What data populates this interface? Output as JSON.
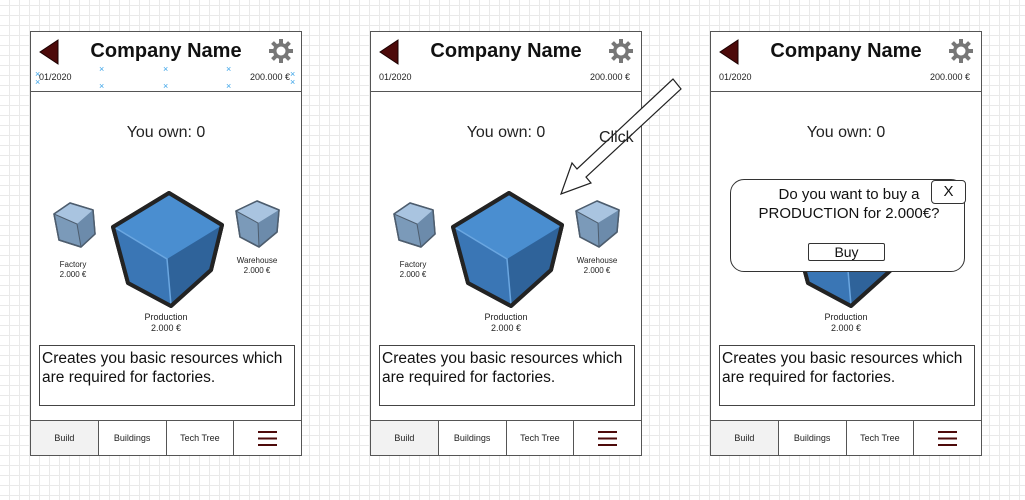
{
  "app": {
    "back_icon": "back-arrow-icon",
    "settings_icon": "gear-icon",
    "menu_icon": "hamburger-menu-icon",
    "accent_color": "#3f82c6",
    "back_color": "#4d0a0a"
  },
  "screens": [
    {
      "title": "Company Name",
      "date": "01/2020",
      "money": "200.000 €",
      "own": "You own: 0",
      "buildings": {
        "factory": {
          "name": "Factory",
          "price": "2.000 €"
        },
        "production": {
          "name": "Production",
          "price": "2.000 €"
        },
        "warehouse": {
          "name": "Warehouse",
          "price": "2.000 €"
        }
      },
      "description": "Creates you basic resources which are required for factories.",
      "tabs": [
        "Build",
        "Buildings",
        "Tech Tree"
      ]
    },
    {
      "title": "Company Name",
      "date": "01/2020",
      "money": "200.000 €",
      "own": "You own: 0",
      "buildings": {
        "factory": {
          "name": "Factory",
          "price": "2.000 €"
        },
        "production": {
          "name": "Production",
          "price": "2.000 €"
        },
        "warehouse": {
          "name": "Warehouse",
          "price": "2.000 €"
        }
      },
      "description": "Creates you basic resources which are required for factories.",
      "tabs": [
        "Build",
        "Buildings",
        "Tech Tree"
      ],
      "annotation": "Click"
    },
    {
      "title": "Company Name",
      "date": "01/2020",
      "money": "200.000 €",
      "own": "You own: 0",
      "buildings": {
        "production": {
          "name": "Production",
          "price": "2.000 €"
        }
      },
      "description": "Creates you basic resources which are required for factories.",
      "tabs": [
        "Build",
        "Buildings",
        "Tech Tree"
      ],
      "dialog": {
        "message": "Do you want to buy a PRODUCTION for 2.000€?",
        "close_label": "X",
        "buy_label": "Buy"
      }
    }
  ]
}
